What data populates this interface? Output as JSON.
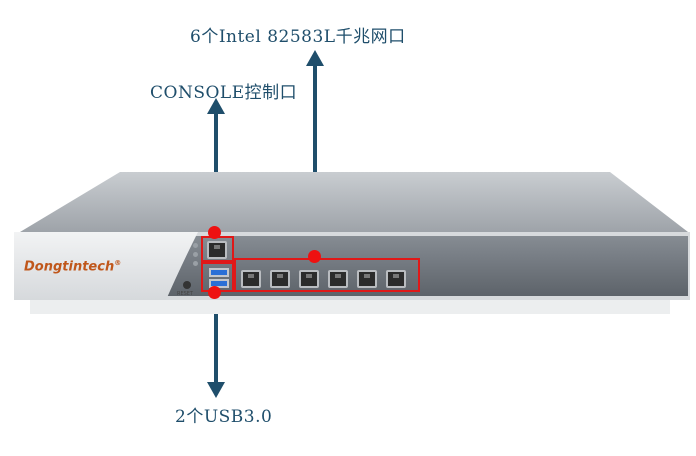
{
  "callouts": {
    "lan_ports": "6个Intel 82583L千兆网口",
    "console": "CONSOLE控制口",
    "usb": "2个USB3.0"
  },
  "device": {
    "brand": "Dongtintech",
    "brand_mark": "®",
    "reset_label": "RESET"
  },
  "colors": {
    "callout_text": "#1f4e6b",
    "highlight": "#e01818",
    "chassis": "#a8adb3",
    "faceplate": "#e6e8ea",
    "brand_text": "#c0571b"
  }
}
